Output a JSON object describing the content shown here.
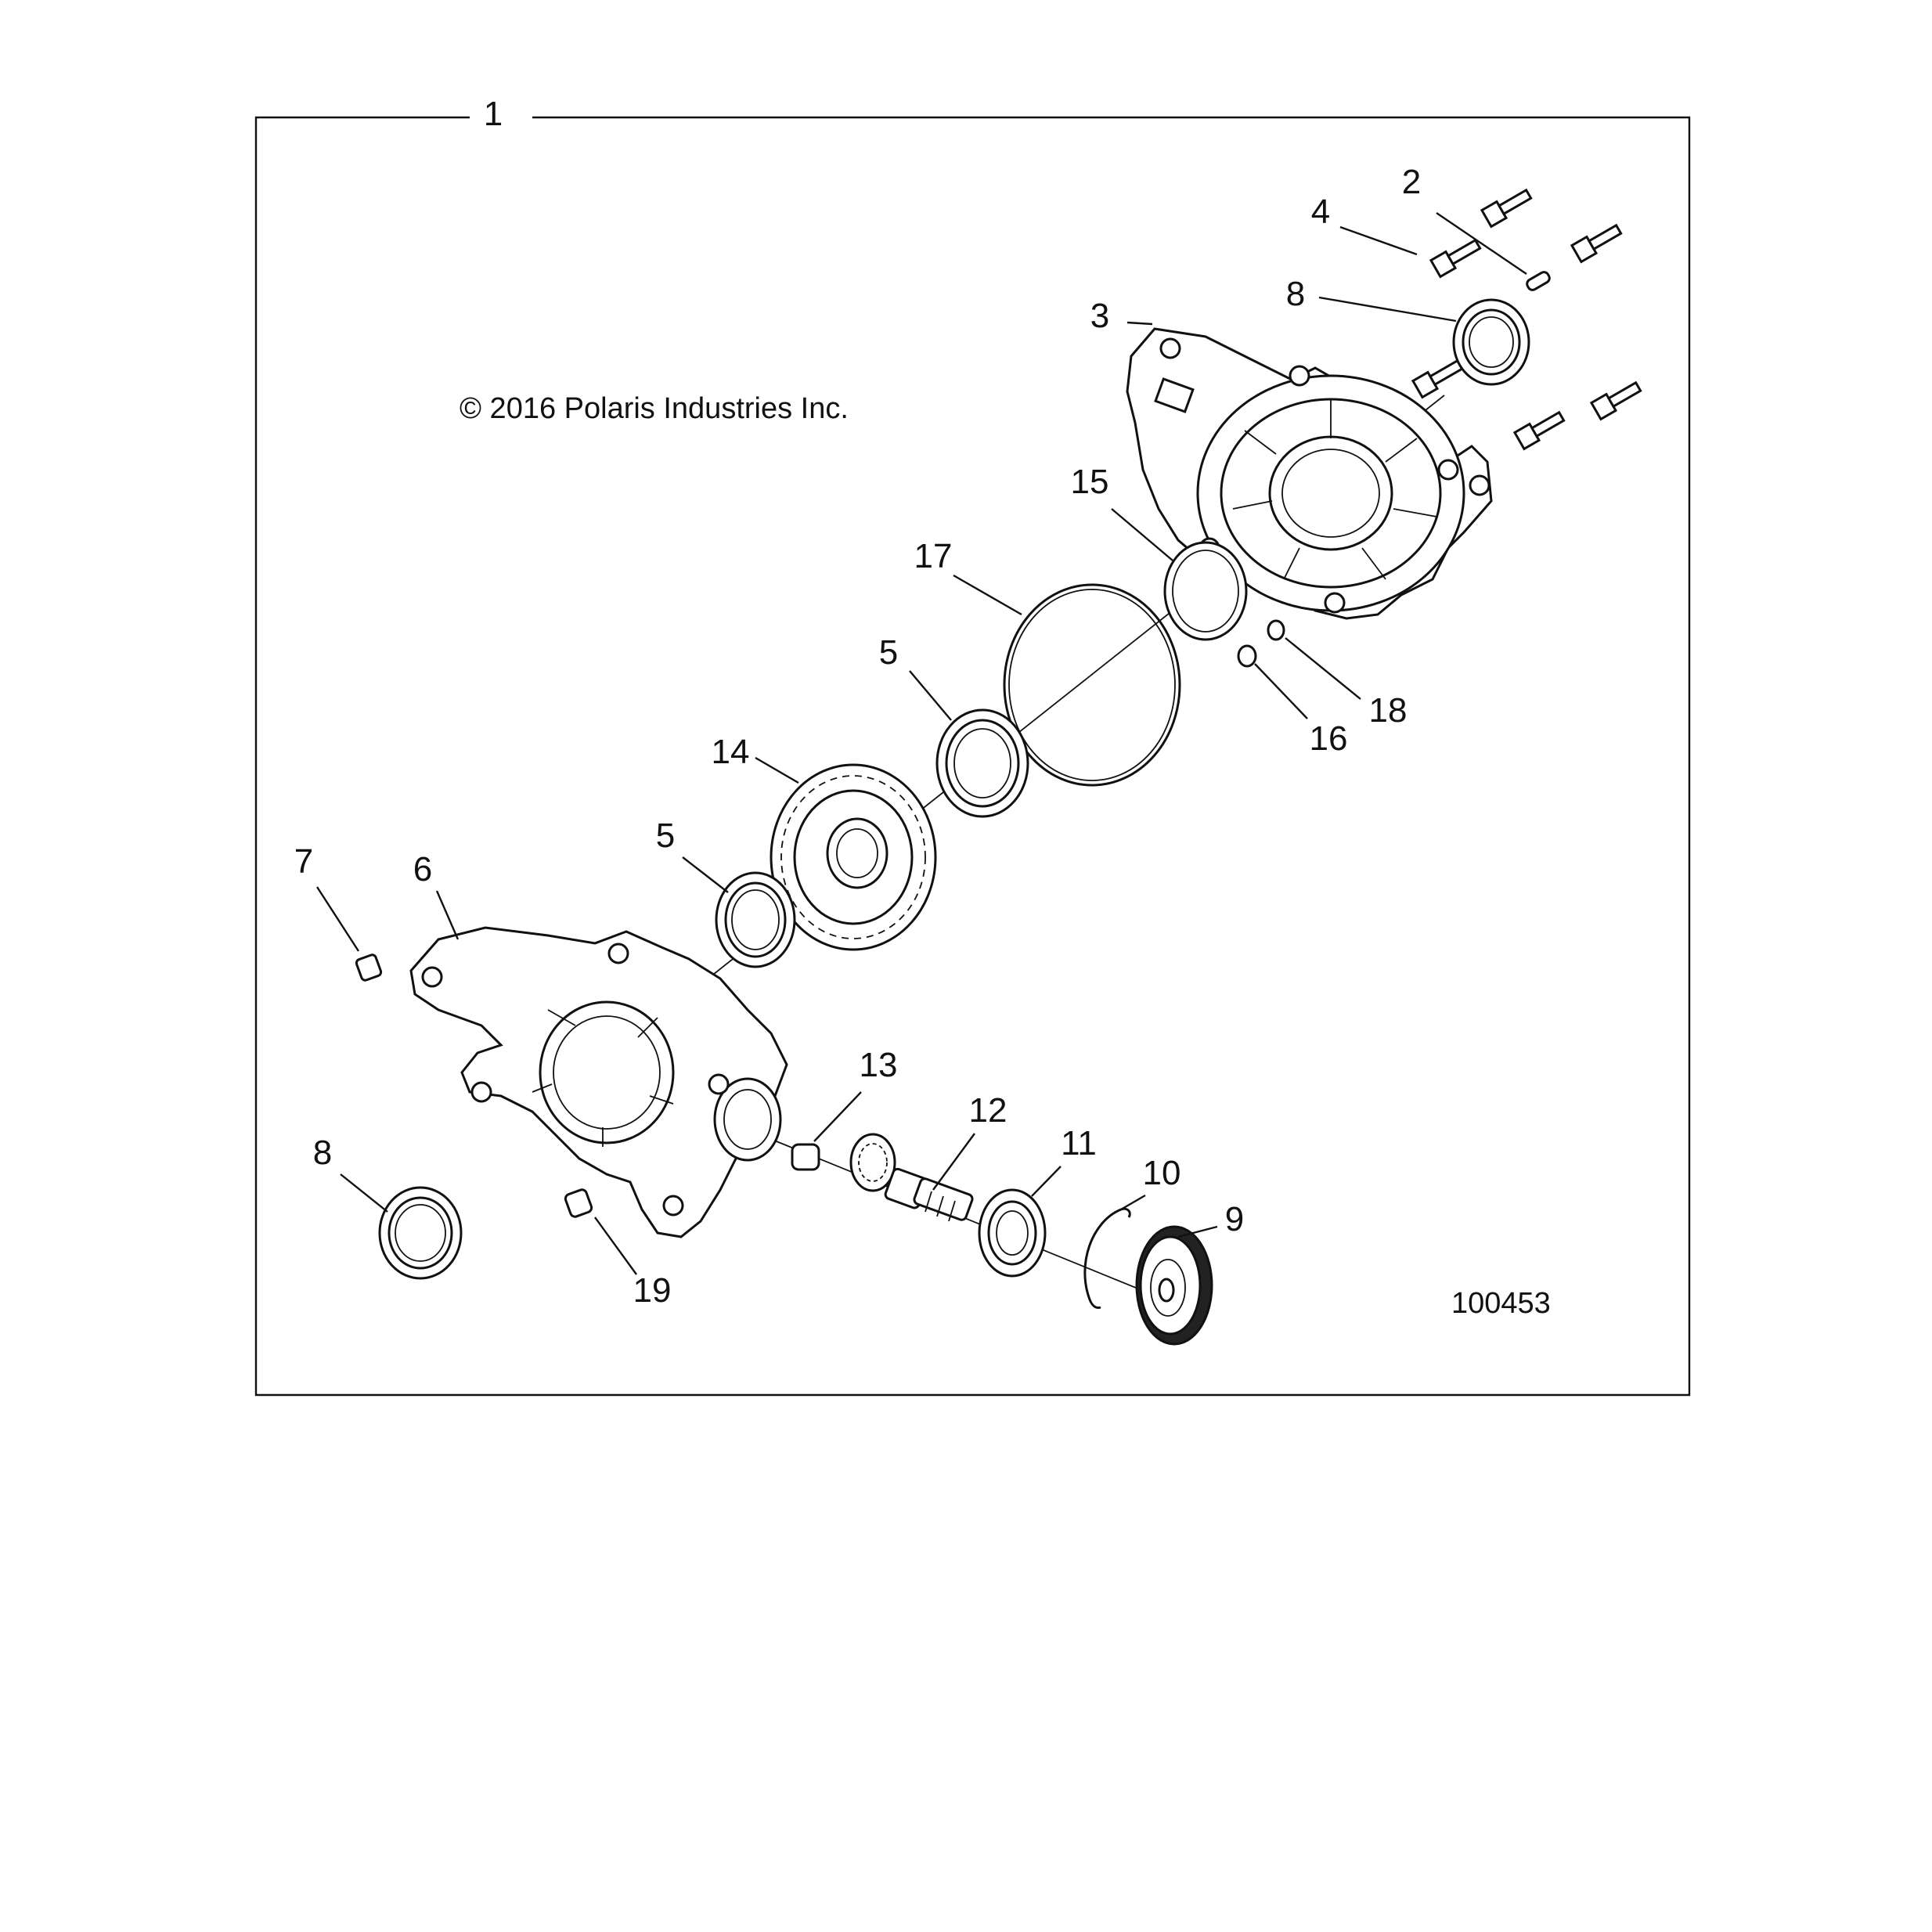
{
  "copyright": "© 2016 Polaris Industries Inc.",
  "figure_number": "100453",
  "callouts": {
    "c1": "1",
    "c2": "2",
    "c3": "3",
    "c4": "4",
    "c5a": "5",
    "c5b": "5",
    "c6": "6",
    "c7": "7",
    "c8a": "8",
    "c8b": "8",
    "c9": "9",
    "c10": "10",
    "c11": "11",
    "c12": "12",
    "c13": "13",
    "c14": "14",
    "c15": "15",
    "c16": "16",
    "c17": "17",
    "c18": "18",
    "c19": "19"
  }
}
